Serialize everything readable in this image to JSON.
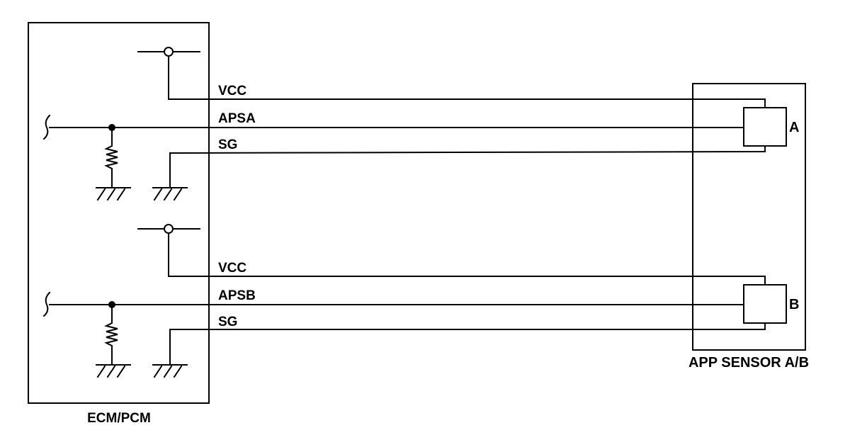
{
  "ecm": {
    "label": "ECM/PCM"
  },
  "sensor": {
    "label": "APP SENSOR A/B",
    "element_a": "A",
    "element_b": "B"
  },
  "circuits": [
    {
      "wires": [
        {
          "label": "VCC"
        },
        {
          "label": "APSA"
        },
        {
          "label": "SG"
        }
      ]
    },
    {
      "wires": [
        {
          "label": "VCC"
        },
        {
          "label": "APSB"
        },
        {
          "label": "SG"
        }
      ]
    }
  ]
}
